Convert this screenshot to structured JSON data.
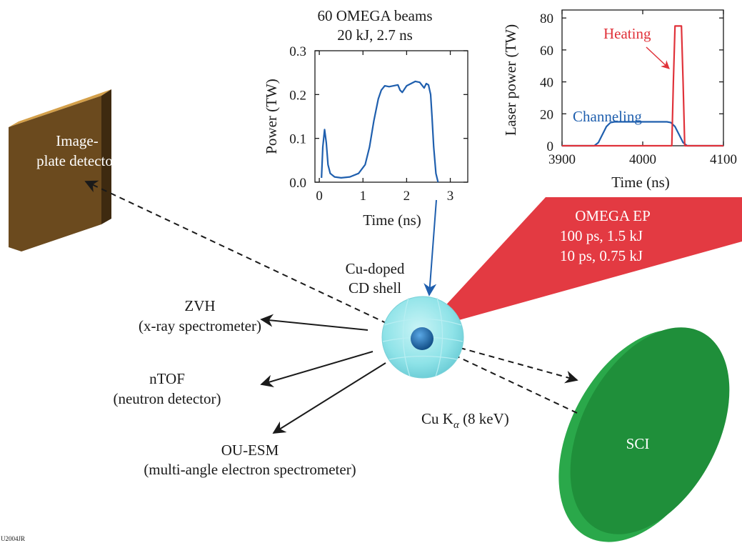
{
  "diagram": {
    "detectors": {
      "image_plate_line1": "Image-",
      "image_plate_line2": "plate detector",
      "zvh_name": "ZVH",
      "zvh_desc": "(x-ray spectrometer)",
      "ntof_name": "nTOF",
      "ntof_desc": "(neutron detector)",
      "ouesm_name": "OU-ESM",
      "ouesm_desc": "(multi-angle electron spectrometer)",
      "sci": "SCI"
    },
    "target": {
      "line1": "Cu-doped",
      "line2": "CD shell"
    },
    "emission_label": "Cu K",
    "emission_subscript": "α",
    "emission_energy": " (8 keV)",
    "omega_ep": {
      "title": "OMEGA EP",
      "line1": "100 ps, 1.5 kJ",
      "line2": "10 ps, 0.75 kJ"
    },
    "corner_code": "U2004JR",
    "colors": {
      "detector_brown": "#6b4a1e",
      "detector_top": "#d4a04a",
      "sci_green": "#1f8f3a",
      "laser_red": "#e33a42",
      "target_cyan": "#8fe3e8",
      "core_blue": "#1a6fb3"
    }
  },
  "chart_data": [
    {
      "type": "line",
      "title_line1": "60 OMEGA beams",
      "title_line2": "20 kJ, 2.7 ns",
      "xlabel": "Time (ns)",
      "ylabel": "Power (TW)",
      "xlim": [
        -0.1,
        3.4
      ],
      "ylim": [
        0,
        0.3
      ],
      "xticks": [
        "0",
        "1",
        "2",
        "3"
      ],
      "yticks": [
        "0.0",
        "0.1",
        "0.2",
        "0.3"
      ],
      "series": [
        {
          "color": "#1f5fae",
          "x": [
            0.05,
            0.08,
            0.12,
            0.16,
            0.2,
            0.25,
            0.35,
            0.5,
            0.7,
            0.9,
            1.05,
            1.15,
            1.25,
            1.35,
            1.42,
            1.5,
            1.6,
            1.7,
            1.8,
            1.85,
            1.9,
            2.0,
            2.1,
            2.2,
            2.3,
            2.4,
            2.45,
            2.5,
            2.55,
            2.58,
            2.62,
            2.67,
            2.72
          ],
          "y": [
            0.01,
            0.08,
            0.12,
            0.09,
            0.04,
            0.02,
            0.012,
            0.01,
            0.012,
            0.02,
            0.04,
            0.08,
            0.14,
            0.19,
            0.21,
            0.22,
            0.218,
            0.22,
            0.222,
            0.21,
            0.205,
            0.22,
            0.225,
            0.23,
            0.228,
            0.215,
            0.225,
            0.222,
            0.2,
            0.15,
            0.08,
            0.02,
            0.0
          ]
        }
      ]
    },
    {
      "type": "line",
      "xlabel": "Time (ns)",
      "ylabel": "Laser power (TW)",
      "xlim": [
        3900,
        4100
      ],
      "ylim": [
        0,
        85
      ],
      "xticks": [
        "3900",
        "4000",
        "4100"
      ],
      "yticks": [
        "0",
        "20",
        "40",
        "60",
        "80"
      ],
      "series": [
        {
          "name": "Channeling",
          "color": "#1f5fae",
          "x": [
            3900,
            3940,
            3945,
            3950,
            3955,
            3960,
            3965,
            3970,
            4000,
            4030,
            4035,
            4040,
            4045,
            4050,
            4055,
            4100
          ],
          "y": [
            0,
            0,
            2,
            7,
            12,
            14.5,
            15,
            15,
            15,
            15,
            14.5,
            12,
            7,
            2,
            0,
            0
          ]
        },
        {
          "name": "Heating",
          "color": "#e0323a",
          "x": [
            3900,
            4036,
            4038,
            4040,
            4048,
            4050,
            4052,
            4100
          ],
          "y": [
            0,
            0,
            40,
            75,
            75,
            40,
            0,
            0
          ]
        }
      ]
    }
  ]
}
